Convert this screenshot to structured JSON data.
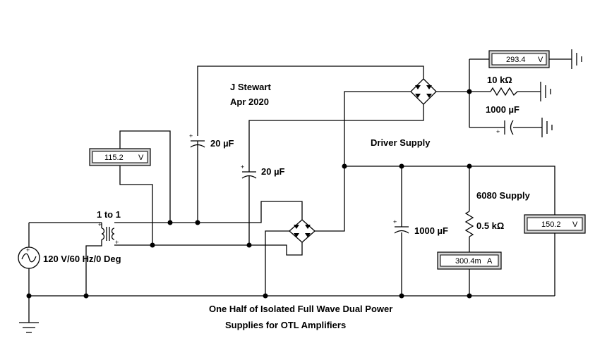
{
  "labels": {
    "author": "J Stewart",
    "date": "Apr 2020",
    "driver_supply": "Driver Supply",
    "supply_6080": "6080 Supply",
    "transformer": "1 to 1",
    "source": "120 V/60 Hz/0 Deg",
    "caption_line1": "One Half of Isolated Full Wave Dual Power",
    "caption_line2": "Supplies for OTL Amplifiers"
  },
  "components": {
    "cap_upper": "20 µF",
    "cap_lower": "20 µF",
    "cap_main": "1000 µF",
    "cap_driver": "1000 µF",
    "resistor_driver": "10 kΩ",
    "resistor_load": "0.5 kΩ"
  },
  "meters": {
    "left_voltmeter": {
      "value": "115.2",
      "unit": "V"
    },
    "driver_voltmeter": {
      "value": "293.4",
      "unit": "V"
    },
    "supply_voltmeter": {
      "value": "150.2",
      "unit": "V"
    },
    "ammeter": {
      "value": "300.4m",
      "unit": "A"
    }
  }
}
